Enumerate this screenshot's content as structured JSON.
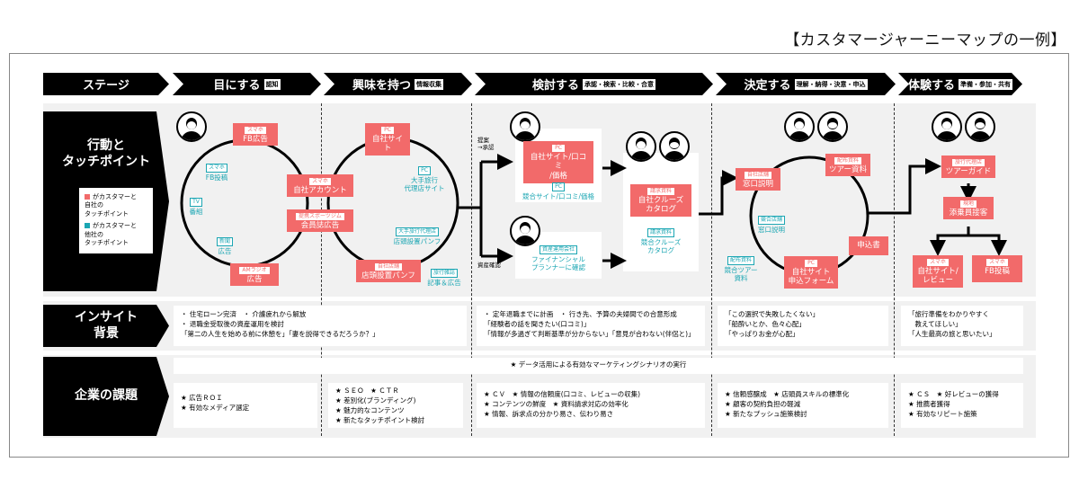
{
  "title": "【カスタマージャーニーマップの一例】",
  "stages": [
    {
      "label": "ステージ",
      "tag": ""
    },
    {
      "label": "目にする",
      "tag": "認知"
    },
    {
      "label": "興味を持つ",
      "tag": "情報収集"
    },
    {
      "label": "検討する",
      "tag": "承認・検索・比較・合意"
    },
    {
      "label": "決定する",
      "tag": "理解・納得・決意・申込"
    },
    {
      "label": "体験する",
      "tag": "準備・参加・共有"
    }
  ],
  "row_labels": {
    "action": [
      "行動と",
      "タッチポイント"
    ],
    "insight": [
      "インサイト",
      "背景"
    ],
    "issues": "企業の課題"
  },
  "legend": {
    "own": [
      "がカスタマーと",
      "自社の",
      "タッチポイント"
    ],
    "other": [
      "がカスタマーと",
      "他社の",
      "タッチポイント"
    ],
    "own_color": "#f26a6a",
    "other_color": "#1ba6b3"
  },
  "colors": {
    "own": "#f26a6a",
    "other": "#1ba6b3",
    "stage_bg": "#000000",
    "band_bg": "#f1f1f1"
  },
  "touchpoints": {
    "awareness": {
      "own": [
        {
          "tag": "スマホ",
          "label": "FB広告"
        },
        {
          "tag": "スマホ",
          "label": "自社アカウント"
        },
        {
          "tag": "提携スポーツジム",
          "label": "会員誌広告"
        },
        {
          "tag": "AMラジオ",
          "label": "広告"
        }
      ],
      "other": [
        {
          "tag": "スマホ",
          "label": "FB投稿"
        },
        {
          "tag": "TV",
          "label": "番組"
        },
        {
          "tag": "新聞",
          "label": "広告"
        }
      ]
    },
    "interest": {
      "own": [
        {
          "tag": "PC",
          "label": "自社サイト"
        },
        {
          "tag": "自社店舗",
          "label": "店頭設置パンフ"
        }
      ],
      "other": [
        {
          "tag": "PC",
          "label": "大手旅行\n代理店サイト"
        },
        {
          "tag": "大手旅行代理店",
          "label": "店頭設置パンフ"
        },
        {
          "tag": "旅行雑誌",
          "label": "記事＆広告"
        }
      ]
    },
    "consider": {
      "branch_labels": [
        "提案\n→承認",
        "資産確認"
      ],
      "own": [
        {
          "tag": "PC",
          "label": "自社サイト/口コミ\n/価格"
        },
        {
          "tag": "請求資料",
          "label": "自社クルーズ\nカタログ"
        }
      ],
      "other": [
        {
          "tag": "PC",
          "label": "競合サイト/口コミ/価格"
        },
        {
          "tag": "資産運用会社",
          "label": "ファイナンシャル\nプランナーに確認"
        },
        {
          "tag": "請求資料",
          "label": "競合クルーズ\nカタログ"
        }
      ]
    },
    "decide": {
      "own": [
        {
          "tag": "自社店舗",
          "label": "窓口説明"
        },
        {
          "tag": "配布資料",
          "label": "ツアー資料"
        },
        {
          "tag": "",
          "label": "申込書"
        },
        {
          "tag": "PC",
          "label": "自社サイト\n申込フォーム"
        }
      ],
      "other": [
        {
          "tag": "競合店舗",
          "label": "窓口説明"
        },
        {
          "tag": "配布資料",
          "label": "競合ツアー\n資料"
        }
      ]
    },
    "experience": {
      "own": [
        {
          "tag": "旅行代理店",
          "label": "ツアーガイド"
        },
        {
          "tag": "現地",
          "label": "添乗員接客"
        },
        {
          "tag": "スマホ",
          "label": "自社サイト/\nレビュー"
        },
        {
          "tag": "スマホ",
          "label": "FB投稿"
        }
      ]
    }
  },
  "insights": {
    "early": [
      "・ 住宅ローン完済　・ 介護疲れから解放",
      "・ 退職金受取後の資産運用を検討",
      "「第二の人生を始める前に休憩を」「妻を説得できるだろうか？」"
    ],
    "consider": [
      "・ 定年退職までに計画　・ 行き先、予算の夫婦間での合意形成",
      "「経験者の話を聞きたい(口コミ)」",
      "「情報が多過ぎて判断基準が分からない」「意見が合わない(伴侶と)」"
    ],
    "decide": [
      "「この選択で失敗したくない」",
      "「船酔いとか、色々心配」",
      "「やっぱりお金が心配」"
    ],
    "experience": [
      "「旅行準備をわかりやすく",
      "　教えてほしい」",
      "「人生最高の旅と思いたい」"
    ]
  },
  "issues": {
    "common": "★ データ活用による有効なマーケティングシナリオの実行",
    "awareness": [
      "★ 広告ＲＯＩ",
      "★ 有効なメディア選定"
    ],
    "interest": [
      "★ ＳＥＯ　★ ＣＴＲ",
      "★ 差別化(ブランディング)",
      "★ 魅力的なコンテンツ",
      "★ 新たなタッチポイント検討"
    ],
    "consider": [
      "★ ＣＶ　★ 情報の信頼度(口コミ、レビューの収集)",
      "★ コンテンツの鮮度　★ 資料請求対応の効率化",
      "★ 情報、訴求点の分かり易さ、伝わり易さ"
    ],
    "decide": [
      "★ 信頼感醸成　★ 店頭員スキルの標準化",
      "★ 顧客の契約負担の軽減",
      "★ 新たなプッシュ施策検討"
    ],
    "experience": [
      "★ ＣＳ　★ 好レビューの獲得",
      "★ 推薦者獲得",
      "★ 有効なリピート施策"
    ]
  }
}
